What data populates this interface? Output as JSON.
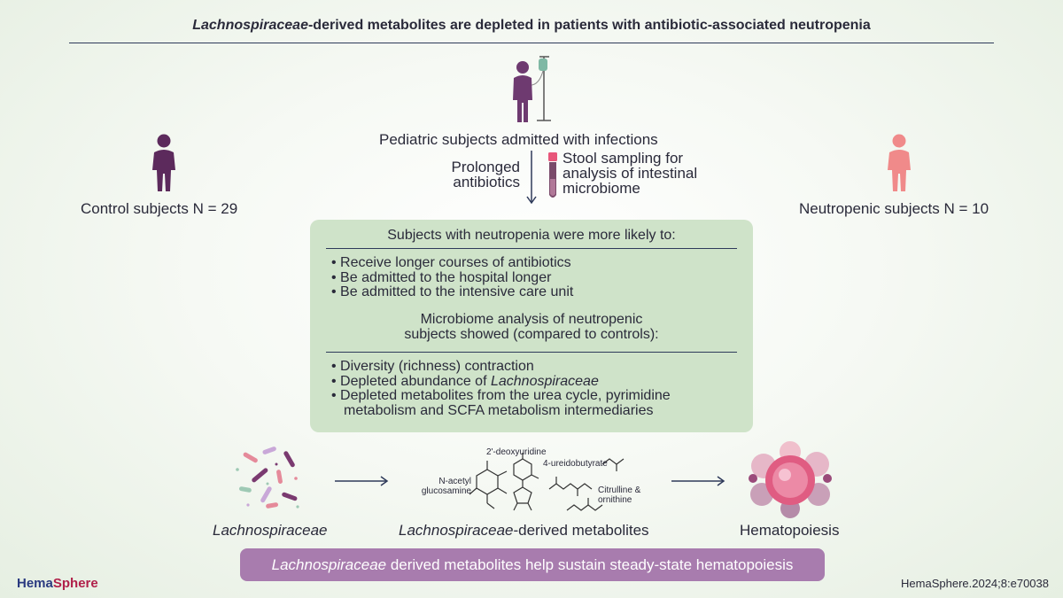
{
  "title": {
    "italic": "Lachnospiraceae",
    "rest": "-derived metabolites are depleted in patients with antibiotic-associated neutropenia"
  },
  "top_label": "Pediatric subjects admitted with infections",
  "arrow_left_label": {
    "line1": "Prolonged",
    "line2": "antibiotics"
  },
  "stool_label": {
    "line1": "Stool sampling for",
    "line2": "analysis of intestinal",
    "line3": "microbiome"
  },
  "control_label": "Control subjects N = 29",
  "neutropenic_label": "Neutropenic subjects N = 10",
  "box": {
    "heading1": "Subjects with neutropenia were more likely to:",
    "bullets1": [
      "• Receive longer courses of antibiotics",
      "• Be admitted to the hospital longer",
      "• Be admitted to the intensive care unit"
    ],
    "heading2_line1": "Microbiome analysis of neutropenic",
    "heading2_line2": "subjects showed (compared to controls):",
    "bullet2_1": "• Diversity (richness) contraction",
    "bullet2_2_prefix": "• Depleted abundance of ",
    "bullet2_2_italic": "Lachnospiraceae",
    "bullet2_3_line1": "• Depleted metabolites from the urea cycle, pyrimidine",
    "bullet2_3_line2": "metabolism and SCFA metabolism intermediaries"
  },
  "molecules": {
    "m1_line1": "N-acetyl",
    "m1_line2": "glucosamine",
    "m2": "2'-deoxyuridine",
    "m3": "4-ureidobutyrate",
    "m4_line1": "Citrulline &",
    "m4_line2": "ornithine"
  },
  "bottom": {
    "bacteria": "Lachnospiraceae",
    "metabolites_italic": "Lachnospiraceae",
    "metabolites_rest": "-derived metabolites",
    "hematopoiesis": "Hematopoiesis"
  },
  "banner": {
    "italic": "Lachnospiraceae",
    "rest": " derived metabolites help sustain steady-state hematopoiesis"
  },
  "logo": {
    "part1": "Hema",
    "part2": "Sphere"
  },
  "citation": "HemaSphere.2024;8:e70038",
  "colors": {
    "control_figure": "#5c2a5c",
    "patient_figure": "#6e3a70",
    "neutropenic_figure": "#f08a8a",
    "box_fill": "#cfe3c9",
    "banner_fill": "#a87cae",
    "rule": "#2e3a5a"
  }
}
